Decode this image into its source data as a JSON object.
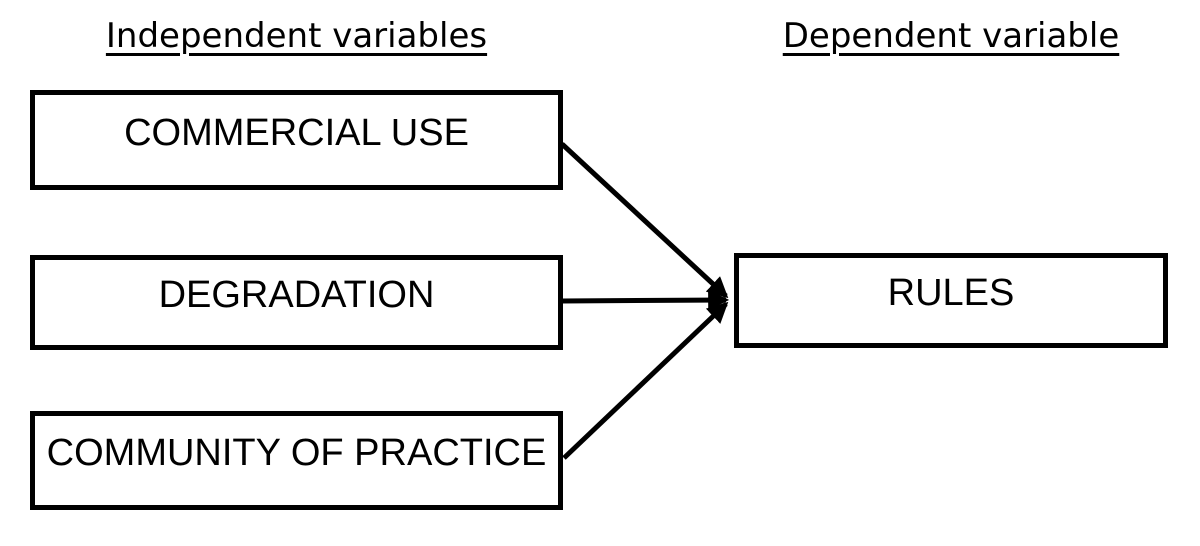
{
  "diagram": {
    "left_heading": "Independent variables",
    "right_heading": "Dependent variable",
    "independent_boxes": [
      {
        "label": "COMMERCIAL USE"
      },
      {
        "label": "DEGRADATION"
      },
      {
        "label": "COMMUNITY OF PRACTICE"
      }
    ],
    "dependent_box": {
      "label": "RULES"
    },
    "edges": [
      {
        "from": "COMMERCIAL USE",
        "to": "RULES"
      },
      {
        "from": "DEGRADATION",
        "to": "RULES"
      },
      {
        "from": "COMMUNITY OF PRACTICE",
        "to": "RULES"
      }
    ],
    "colors": {
      "ink": "#000000",
      "background": "#ffffff"
    }
  }
}
